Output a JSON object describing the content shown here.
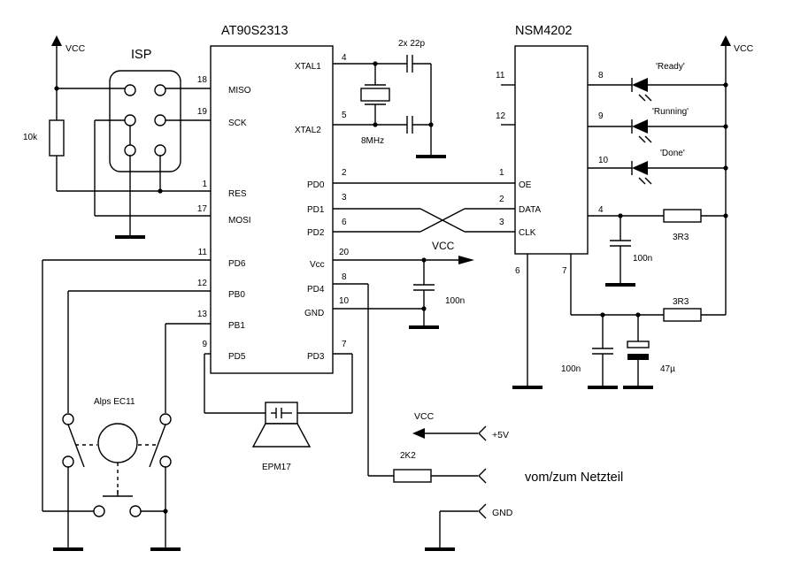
{
  "components": {
    "mcu": {
      "name": "AT90S2313",
      "left_pins": [
        {
          "num": "18",
          "label": "MISO"
        },
        {
          "num": "19",
          "label": "SCK"
        },
        {
          "num": "1",
          "label": "RES"
        },
        {
          "num": "17",
          "label": "MOSI"
        },
        {
          "num": "11",
          "label": "PD6"
        },
        {
          "num": "12",
          "label": "PB0"
        },
        {
          "num": "13",
          "label": "PB1"
        },
        {
          "num": "9",
          "label": "PD5"
        }
      ],
      "right_pins": [
        {
          "num": "4",
          "label": "XTAL1"
        },
        {
          "num": "5",
          "label": "XTAL2"
        },
        {
          "num": "2",
          "label": "PD0"
        },
        {
          "num": "3",
          "label": "PD1"
        },
        {
          "num": "6",
          "label": "PD2"
        },
        {
          "num": "20",
          "label": "Vcc"
        },
        {
          "num": "8",
          "label": "PD4"
        },
        {
          "num": "10",
          "label": "GND"
        },
        {
          "num": "7",
          "label": "PD3"
        }
      ]
    },
    "driver": {
      "name": "NSM4202",
      "left_pins": [
        {
          "num": "11",
          "label": ""
        },
        {
          "num": "12",
          "label": ""
        },
        {
          "num": "1",
          "label": "OE"
        },
        {
          "num": "2",
          "label": "DATA"
        },
        {
          "num": "3",
          "label": "CLK"
        }
      ],
      "right_pins": [
        {
          "num": "8"
        },
        {
          "num": "9"
        },
        {
          "num": "10"
        },
        {
          "num": "4"
        }
      ],
      "bottom_pins": [
        {
          "num": "6"
        },
        {
          "num": "7"
        }
      ]
    },
    "isp": {
      "label": "ISP"
    },
    "resistor_pullup": {
      "value": "10k"
    },
    "crystal": {
      "value": "8MHz",
      "caps": "2x 22p"
    },
    "cap_vcc": {
      "value": "100n"
    },
    "cap_pin4": {
      "value": "100n"
    },
    "cap_pin7": {
      "value": "100n"
    },
    "elko": {
      "value": "47µ"
    },
    "res_pin4": {
      "value": "3R3"
    },
    "res_pin7": {
      "value": "3R3"
    },
    "res_pd4": {
      "value": "2K2"
    },
    "encoder": {
      "label": "Alps EC11"
    },
    "buzzer": {
      "label": "EPM17"
    },
    "leds": [
      {
        "label": "'Ready'"
      },
      {
        "label": "'Running'"
      },
      {
        "label": "'Done'"
      }
    ]
  },
  "nets": {
    "vcc_left": "VCC",
    "vcc_right": "VCC",
    "vcc_mid": "VCC",
    "vcc_psu": "VCC"
  },
  "connector": {
    "plus5v": "+5V",
    "gnd": "GND",
    "caption": "vom/zum Netzteil"
  }
}
